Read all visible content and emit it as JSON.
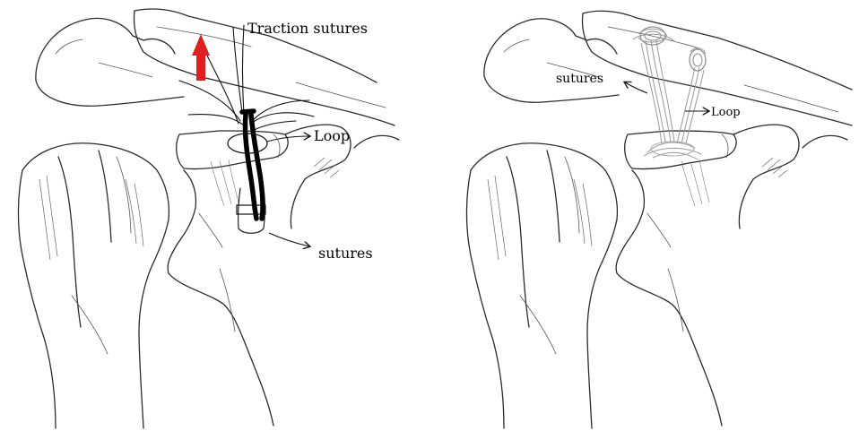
{
  "left_panel": {
    "label_traction": "Traction sutures",
    "label_loop": "Loop",
    "label_sutures": "sutures",
    "arrow_color": "#e02020"
  },
  "right_panel": {
    "label_sutures": "sutures",
    "label_loop": "Loop"
  }
}
